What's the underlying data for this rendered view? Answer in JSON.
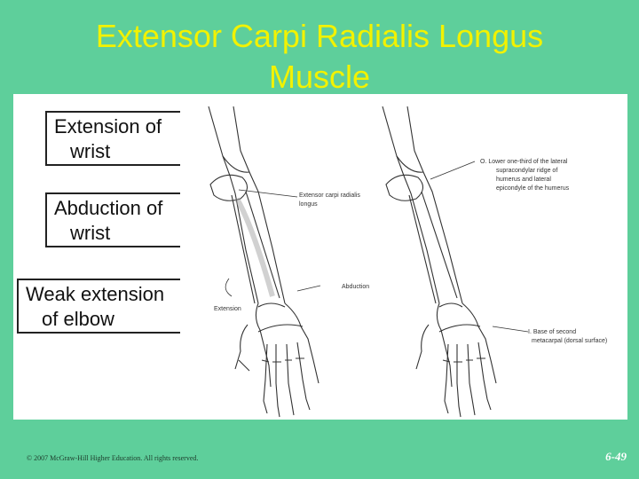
{
  "slide": {
    "title_line1": "Extensor Carpi Radialis Longus",
    "title_line2": "Muscle",
    "actions": [
      {
        "line1": "Extension of",
        "line2": "wrist"
      },
      {
        "line1": "Abduction of",
        "line2": "wrist"
      },
      {
        "line1": "Weak extension",
        "line2": "of elbow"
      }
    ],
    "labels": {
      "muscle": "Extensor carpi radialis",
      "muscle2": "longus",
      "abduction": "Abduction",
      "extension": "Extension",
      "origin1": "O. Lower one-third of the lateral",
      "origin2": "supracondylar ridge of",
      "origin3": "humerus and lateral",
      "origin4": "epicondyle of the humerus",
      "insertion1": "I. Base of second",
      "insertion2": "metacarpal (dorsal surface)"
    },
    "copyright": "© 2007 McGraw-Hill Higher Education. All rights reserved.",
    "page_number": "6-49"
  },
  "colors": {
    "background": "#5ecf9b",
    "title": "#f2f200"
  }
}
